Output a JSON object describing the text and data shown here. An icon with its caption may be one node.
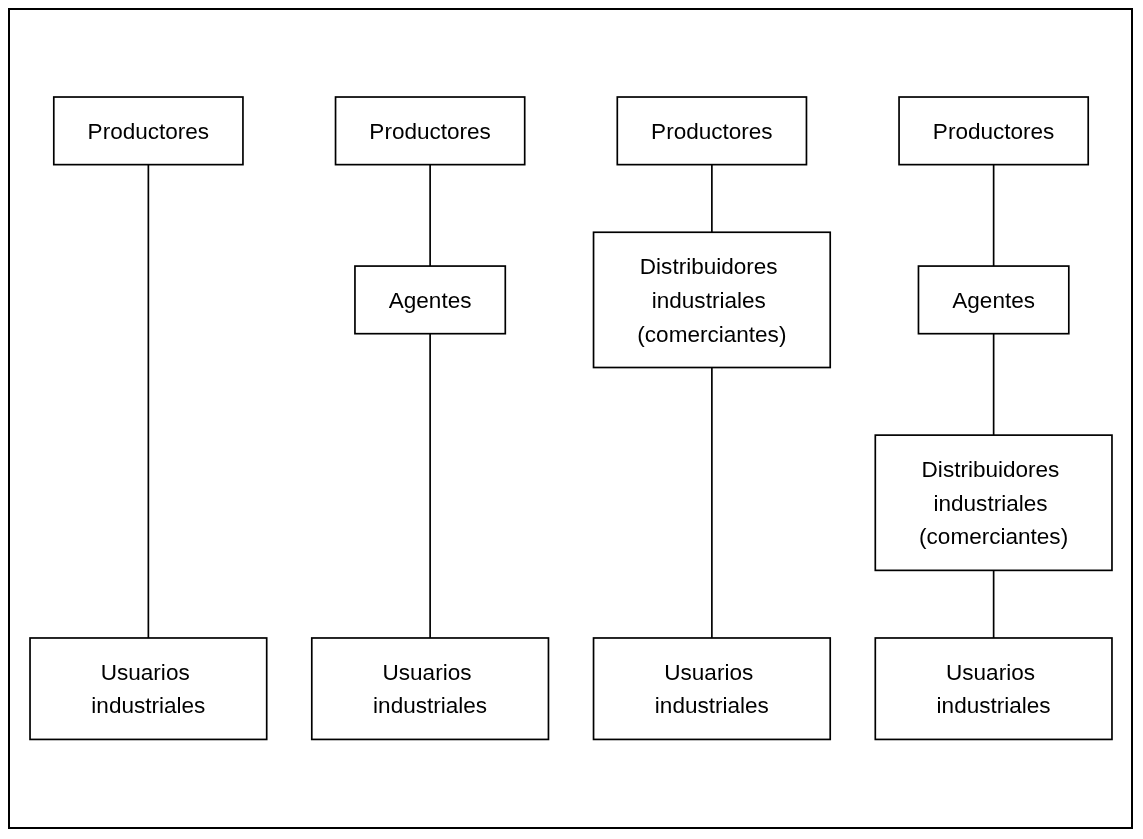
{
  "diagram": {
    "nodes": [
      {
        "text": [
          "Productores"
        ]
      },
      {
        "text": [
          "Productores"
        ]
      },
      {
        "text": [
          "Productores"
        ]
      },
      {
        "text": [
          "Productores"
        ]
      },
      {
        "text": [
          "Agentes"
        ]
      },
      {
        "text": [
          "Agentes"
        ]
      },
      {
        "text": [
          "Distribuidores industriales (comerciantes)"
        ]
      },
      {
        "text": [
          "Distribuidores industriales (comerciantes)"
        ]
      },
      {
        "text": [
          "Usuarios industriales"
        ]
      },
      {
        "text": [
          "Usuarios industriales"
        ]
      },
      {
        "text": [
          "Usuarios industriales"
        ]
      },
      {
        "text": [
          "Usuarios industriales"
        ]
      }
    ],
    "edges": [
      {
        "from": 0,
        "to": 8,
        "arrow": "none"
      },
      {
        "from": 1,
        "to": 4,
        "arrow": "none"
      },
      {
        "from": 4,
        "to": 9,
        "arrow": "none"
      },
      {
        "from": 2,
        "to": 6,
        "arrow": "none"
      },
      {
        "from": 6,
        "to": 10,
        "arrow": "none"
      },
      {
        "from": 3,
        "to": 5,
        "arrow": "none"
      },
      {
        "from": 5,
        "to": 7,
        "arrow": "none"
      },
      {
        "from": 7,
        "to": 11,
        "arrow": "none"
      }
    ]
  }
}
